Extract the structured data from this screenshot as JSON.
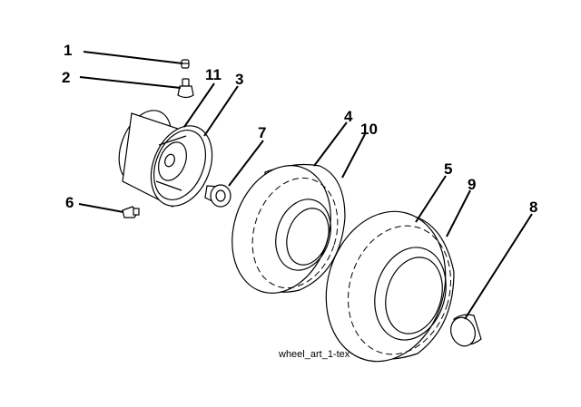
{
  "callouts": {
    "c1": "1",
    "c2": "2",
    "c3": "3",
    "c4": "4",
    "c5": "5",
    "c6": "6",
    "c7": "7",
    "c8": "8",
    "c9": "9",
    "c10": "10",
    "c11": "11"
  },
  "caption": "wheel_art_1-tex"
}
